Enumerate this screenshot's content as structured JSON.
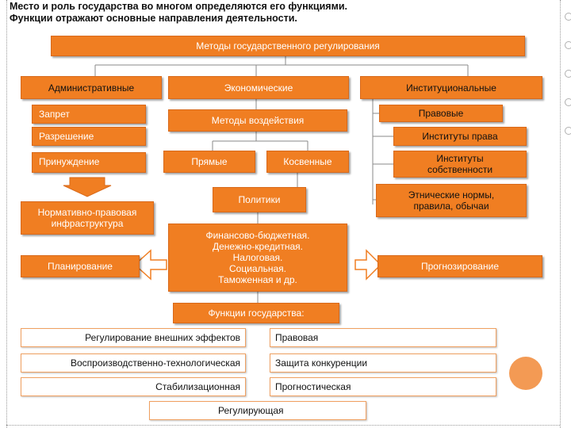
{
  "header": {
    "line1": "Место и роль государства во многом определяются его функциями.",
    "line2": "Функции отражают основные направления деятельности."
  },
  "methods_title": "Методы государственного регулирования",
  "columns": {
    "admin": "Административные",
    "econ": "Экономические",
    "inst": "Институциональные"
  },
  "admin_items": [
    "Запрет",
    "Разрешение",
    "Принуждение"
  ],
  "influence": "Методы воздействия",
  "direct": "Прямые",
  "indirect": "Косвенные",
  "policies": "Политики",
  "policy_list": [
    "Финансово-бюджетная.",
    "Денежно-кредитная.",
    "Налоговая.",
    "Социальная.",
    "Таможенная и др."
  ],
  "normative": [
    "Нормативно-правовая",
    "инфраструктура"
  ],
  "planning": "Планирование",
  "forecasting": "Прогнозирование",
  "inst_items": {
    "legal": "Правовые",
    "law_inst": "Институты права",
    "property": [
      "Институты",
      "собственности"
    ],
    "ethnic": [
      "Этнические нормы,",
      "правила, обычаи"
    ]
  },
  "functions_title": "Функции государства:",
  "functions_left": [
    "Регулирование внешних эффектов",
    "Воспроизводственно-технологическая",
    "Стабилизационная"
  ],
  "functions_right": [
    "Правовая",
    "Защита конкуренции",
    "Прогностическая"
  ],
  "functions_bottom": "Регулирующая",
  "colors": {
    "accent": "#f07e22",
    "accent_border": "#d8691a",
    "outline": "#f0a060"
  }
}
